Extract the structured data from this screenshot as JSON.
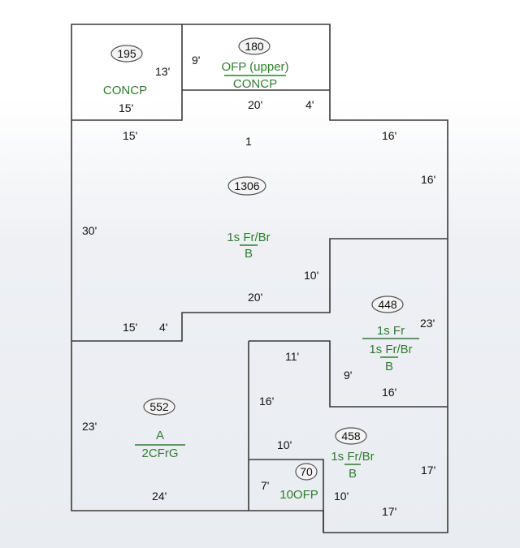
{
  "areas": {
    "a195": "195",
    "a180": "180",
    "a1306": "1306",
    "a448": "448",
    "a552": "552",
    "a458": "458",
    "a70": "70"
  },
  "codes": {
    "c195": "CONCP",
    "c180_top": "OFP (upper)",
    "c180_bottom": "CONCP",
    "c1306_top": "1s Fr/Br",
    "c1306_bottom": "B",
    "c448_top": "1s Fr",
    "c448_mid": "1s Fr/Br",
    "c448_bottom": "B",
    "c552_top": "A",
    "c552_bottom": "2CFrG",
    "c458_top": "1s Fr/Br",
    "c458_bottom": "B",
    "c70": "10OFP"
  },
  "dims": {
    "d195_right": "13'",
    "d195_bottom": "15'",
    "d180_left": "9'",
    "d180_bottom": "20'",
    "d180_step": "4'",
    "d1306_top": "15'",
    "d1306_label": "1",
    "d1306_topright": "16'",
    "d1306_right": "16'",
    "d1306_left": "30'",
    "d1306_step": "10'",
    "d1306_bottom": "20'",
    "d1306_bottomleft": "15'",
    "d1306_bottomstep": "4'",
    "d448_right": "23'",
    "d448_top": "11'",
    "d448_left": "9'",
    "d448_bottom": "16'",
    "d552_left": "23'",
    "d552_bottom": "24'",
    "d458_left": "16'",
    "d458_top": "10'",
    "d458_right": "17'",
    "d458_inner": "10'",
    "d458_bottom": "17'",
    "d70_left": "7'"
  }
}
